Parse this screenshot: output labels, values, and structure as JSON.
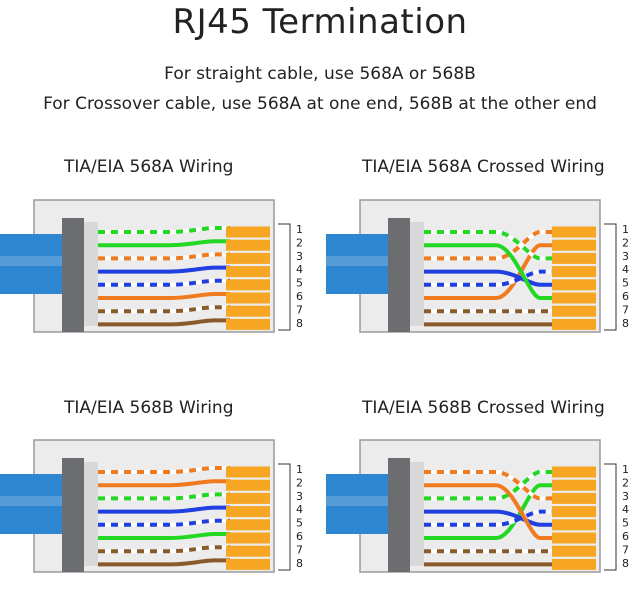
{
  "title": "RJ45 Termination",
  "subtitles": [
    "For straight cable, use 568A or 568B",
    "For Crossover cable, use 568A at one end, 568B at the other end"
  ],
  "colors": {
    "green": "#22d822",
    "orange": "#f07a1e",
    "blue": "#1f3fe0",
    "brown": "#8b5a2b",
    "contact": "#f6a623",
    "jacket": "#2f86d0",
    "body": "#ececec",
    "clamp": "#6b6d70"
  },
  "pin_numbers": [
    "1",
    "2",
    "3",
    "4",
    "5",
    "6",
    "7",
    "8"
  ],
  "panels": [
    {
      "title": "TIA/EIA 568A Wiring",
      "left": [
        "wg",
        "g",
        "wo",
        "b",
        "wb",
        "o",
        "wbr",
        "br"
      ],
      "right": [
        "wg",
        "g",
        "wo",
        "b",
        "wb",
        "o",
        "wbr",
        "br"
      ]
    },
    {
      "title": "TIA/EIA 568A Crossed Wiring",
      "left": [
        "wg",
        "g",
        "wo",
        "b",
        "wb",
        "o",
        "wbr",
        "br"
      ],
      "right": [
        "wo",
        "o",
        "wg",
        "wb",
        "b",
        "g",
        "wbr",
        "br"
      ]
    },
    {
      "title": "TIA/EIA 568B Wiring",
      "left": [
        "wo",
        "o",
        "wg",
        "b",
        "wb",
        "g",
        "wbr",
        "br"
      ],
      "right": [
        "wo",
        "o",
        "wg",
        "b",
        "wb",
        "g",
        "wbr",
        "br"
      ]
    },
    {
      "title": "TIA/EIA 568B Crossed Wiring",
      "left": [
        "wo",
        "o",
        "wg",
        "b",
        "wb",
        "g",
        "wbr",
        "br"
      ],
      "right": [
        "wg",
        "g",
        "wo",
        "wb",
        "b",
        "o",
        "wbr",
        "br"
      ]
    }
  ]
}
